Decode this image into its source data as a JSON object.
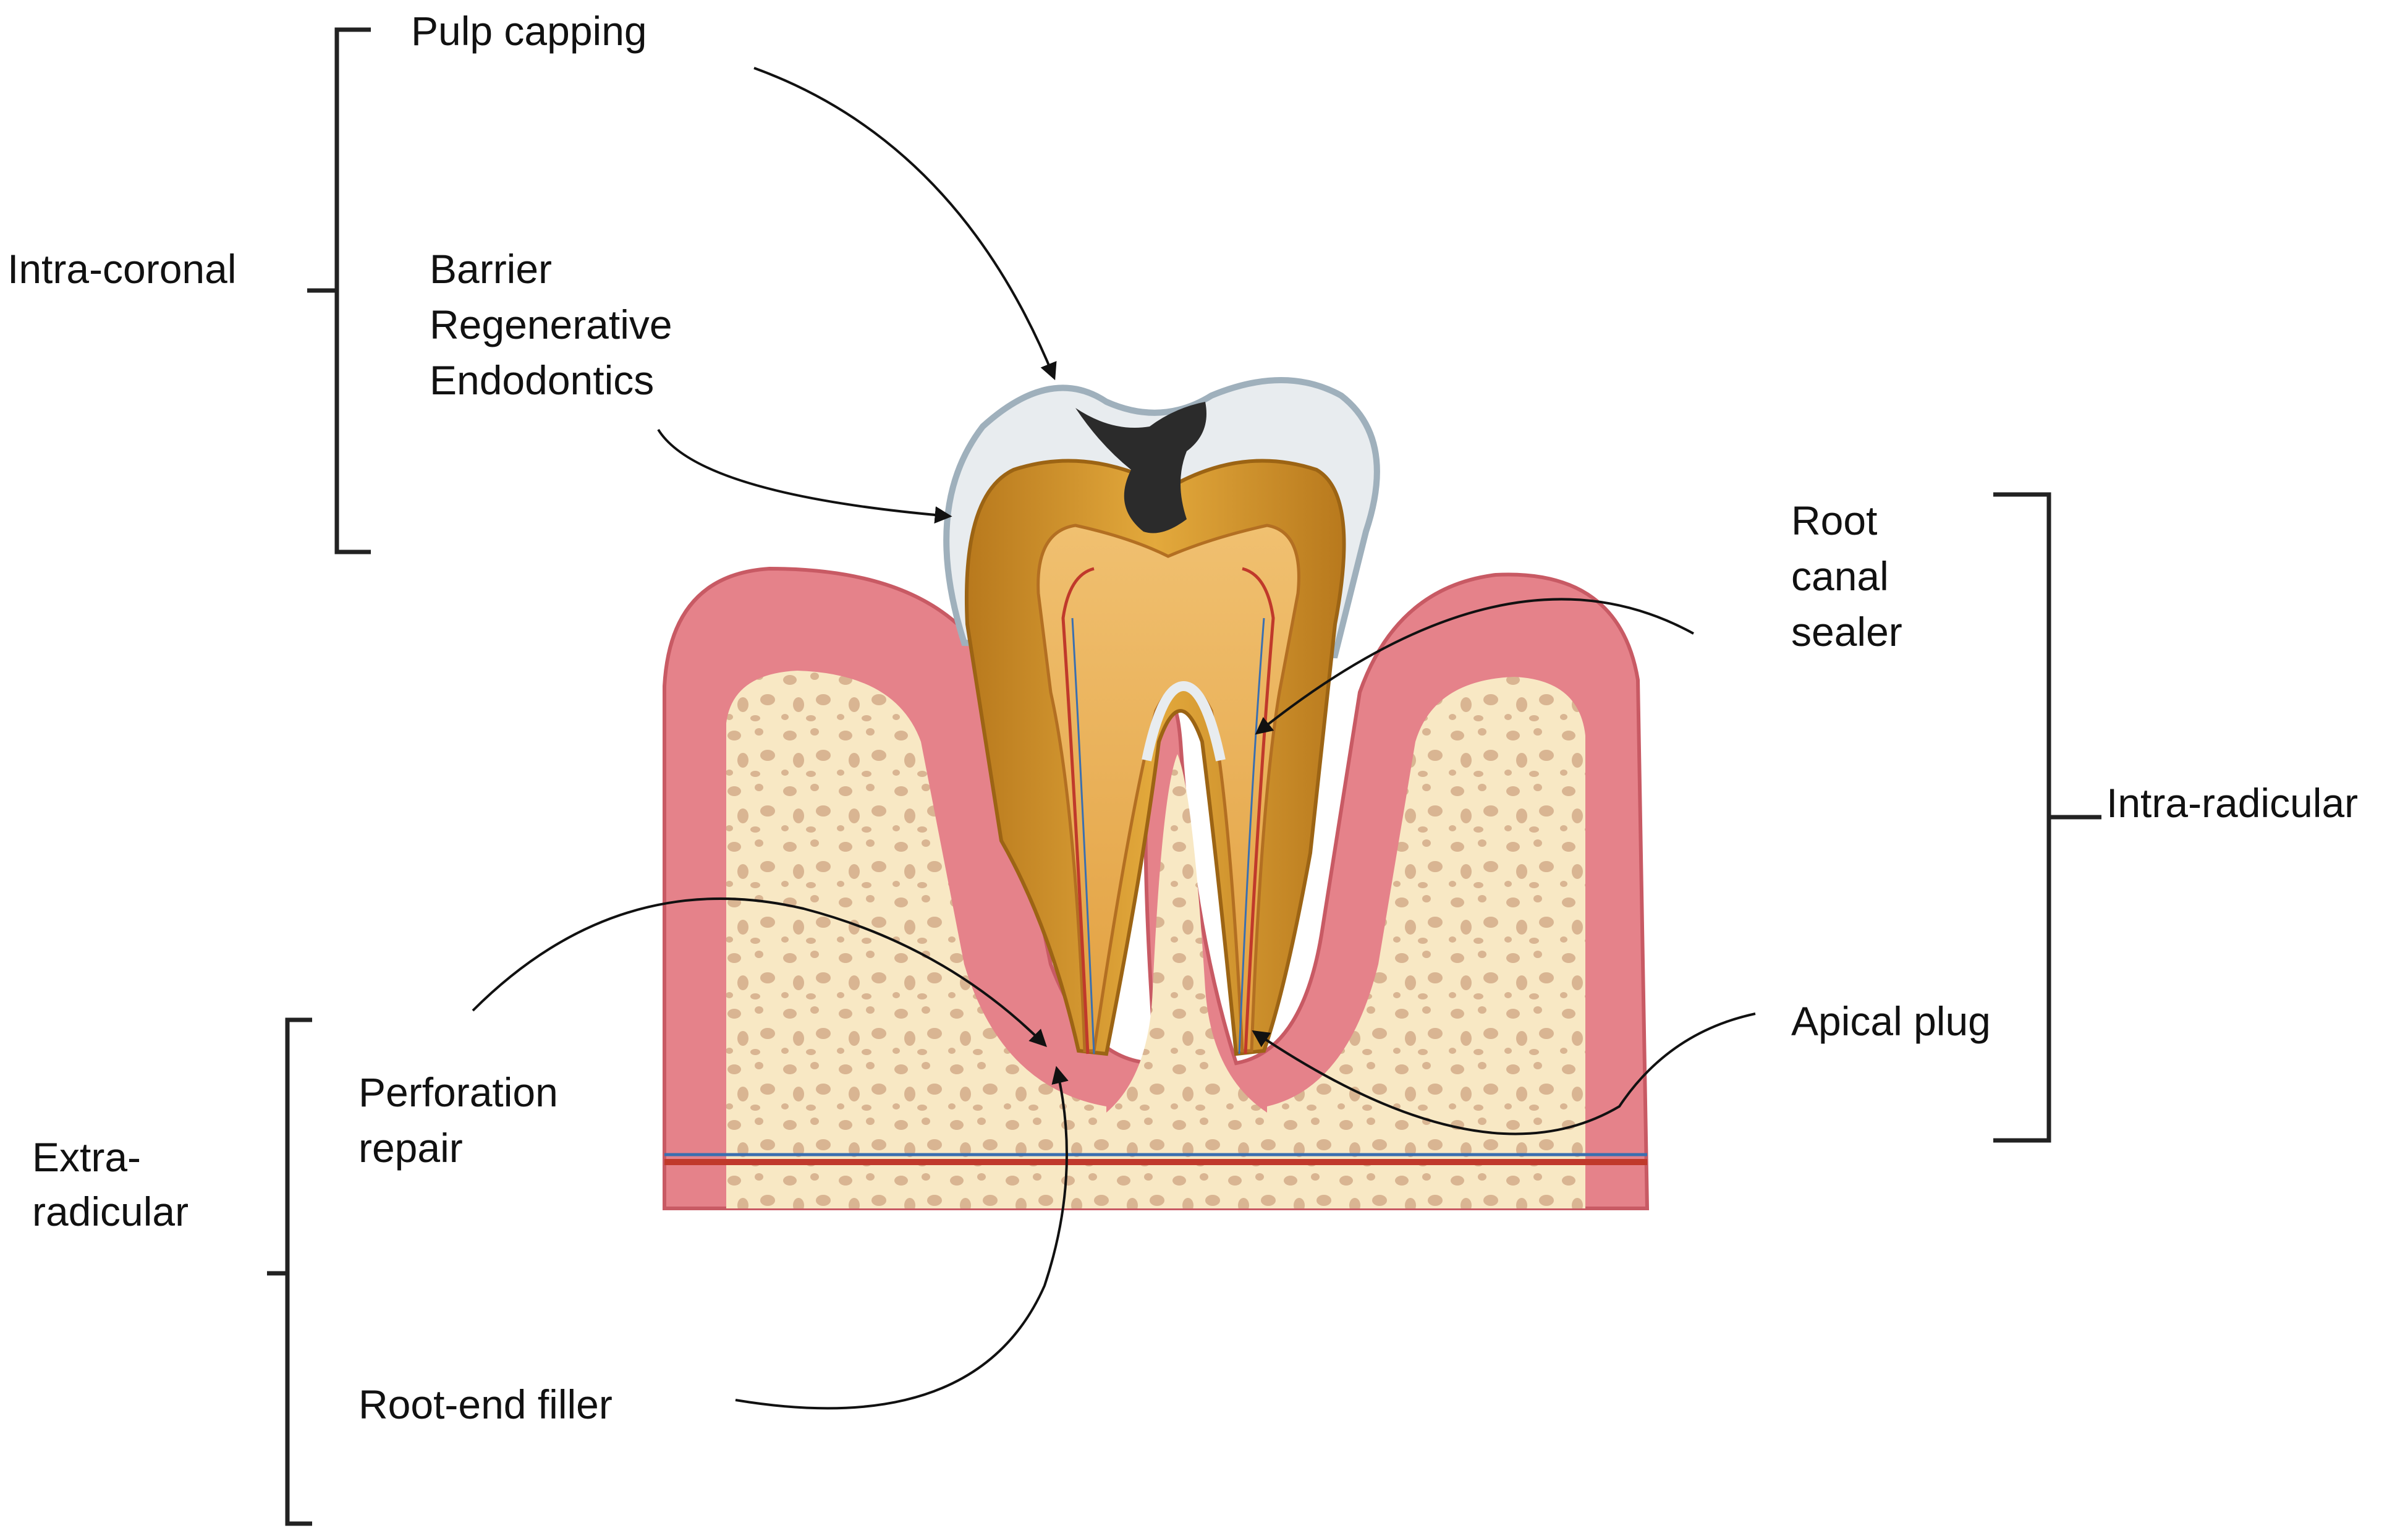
{
  "groups": {
    "intra_coronal": "Intra-coronal",
    "intra_radicular": "Intra-radicular",
    "extra_radicular_1": "Extra-",
    "extra_radicular_2": "radicular"
  },
  "labels": {
    "pulp_capping": "Pulp capping",
    "barrier_1": "Barrier",
    "barrier_2": "Regenerative",
    "barrier_3": "Endodontics",
    "root_canal_1": "Root",
    "root_canal_2": "canal",
    "root_canal_3": "sealer",
    "apical_plug": "Apical plug",
    "perforation_1": "Perforation",
    "perforation_2": "repair",
    "root_end_filler": "Root-end filler"
  },
  "colors": {
    "gum": "#e5828a",
    "gum_dark": "#c85a64",
    "bone": "#f8e8c4",
    "bone_pore": "#d9b592",
    "enamel": "#e8ecef",
    "dentin": "#d69a2a",
    "pulp": "#e8b05a",
    "caries": "#2b2b2b",
    "nerve": "#c0392b"
  }
}
